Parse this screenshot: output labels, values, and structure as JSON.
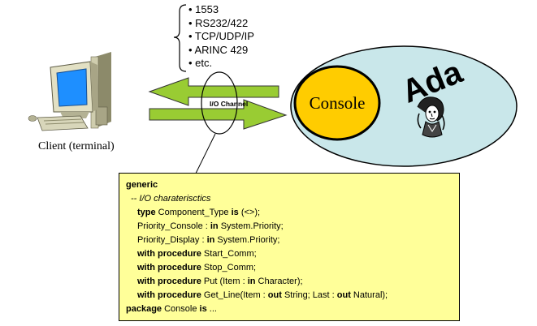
{
  "protocols": [
    "• 1553",
    "• RS232/422",
    "• TCP/UDP/IP",
    "• ARINC  429",
    "• etc."
  ],
  "channel_label": "I/O Channel",
  "client_label": "Client  (terminal)",
  "console_label": "Console",
  "ada_label": "Ada",
  "code": {
    "l1": "generic",
    "l2": "-- I/O charaterisctics",
    "l3_kw": "type",
    "l3_a": " Component_Type ",
    "l3_kw2": "is",
    "l3_b": " (<>);",
    "l4_a": "Priority_Console : ",
    "l4_kw": "in",
    "l4_b": " System.Priority;",
    "l5_a": "Priority_Display : ",
    "l5_kw": "in",
    "l5_b": " System.Priority;",
    "l6_kw": "with procedure",
    "l6_a": " Start_Comm;",
    "l7_kw": "with procedure",
    "l7_a": " Stop_Comm;",
    "l8_kw": "with procedure",
    "l8_a": " Put (Item : ",
    "l8_kw2": "in",
    "l8_b": " Character);",
    "l9_kw": "with procedure",
    "l9_a": " Get_Line(Item : ",
    "l9_kw2": "out",
    "l9_b": " String; Last : ",
    "l9_kw3": "out",
    "l9_c": " Natural);",
    "l10_kw": "package",
    "l10_a": " Console ",
    "l10_kw2": "is",
    "l10_b": " ..."
  },
  "colors": {
    "arrow_fill": "#99cc33",
    "console_fill": "#ffcc00",
    "ada_ellipse_fill": "#c9e7ea",
    "code_bg": "#ffff99",
    "monitor_screen": "#1e8fff"
  }
}
